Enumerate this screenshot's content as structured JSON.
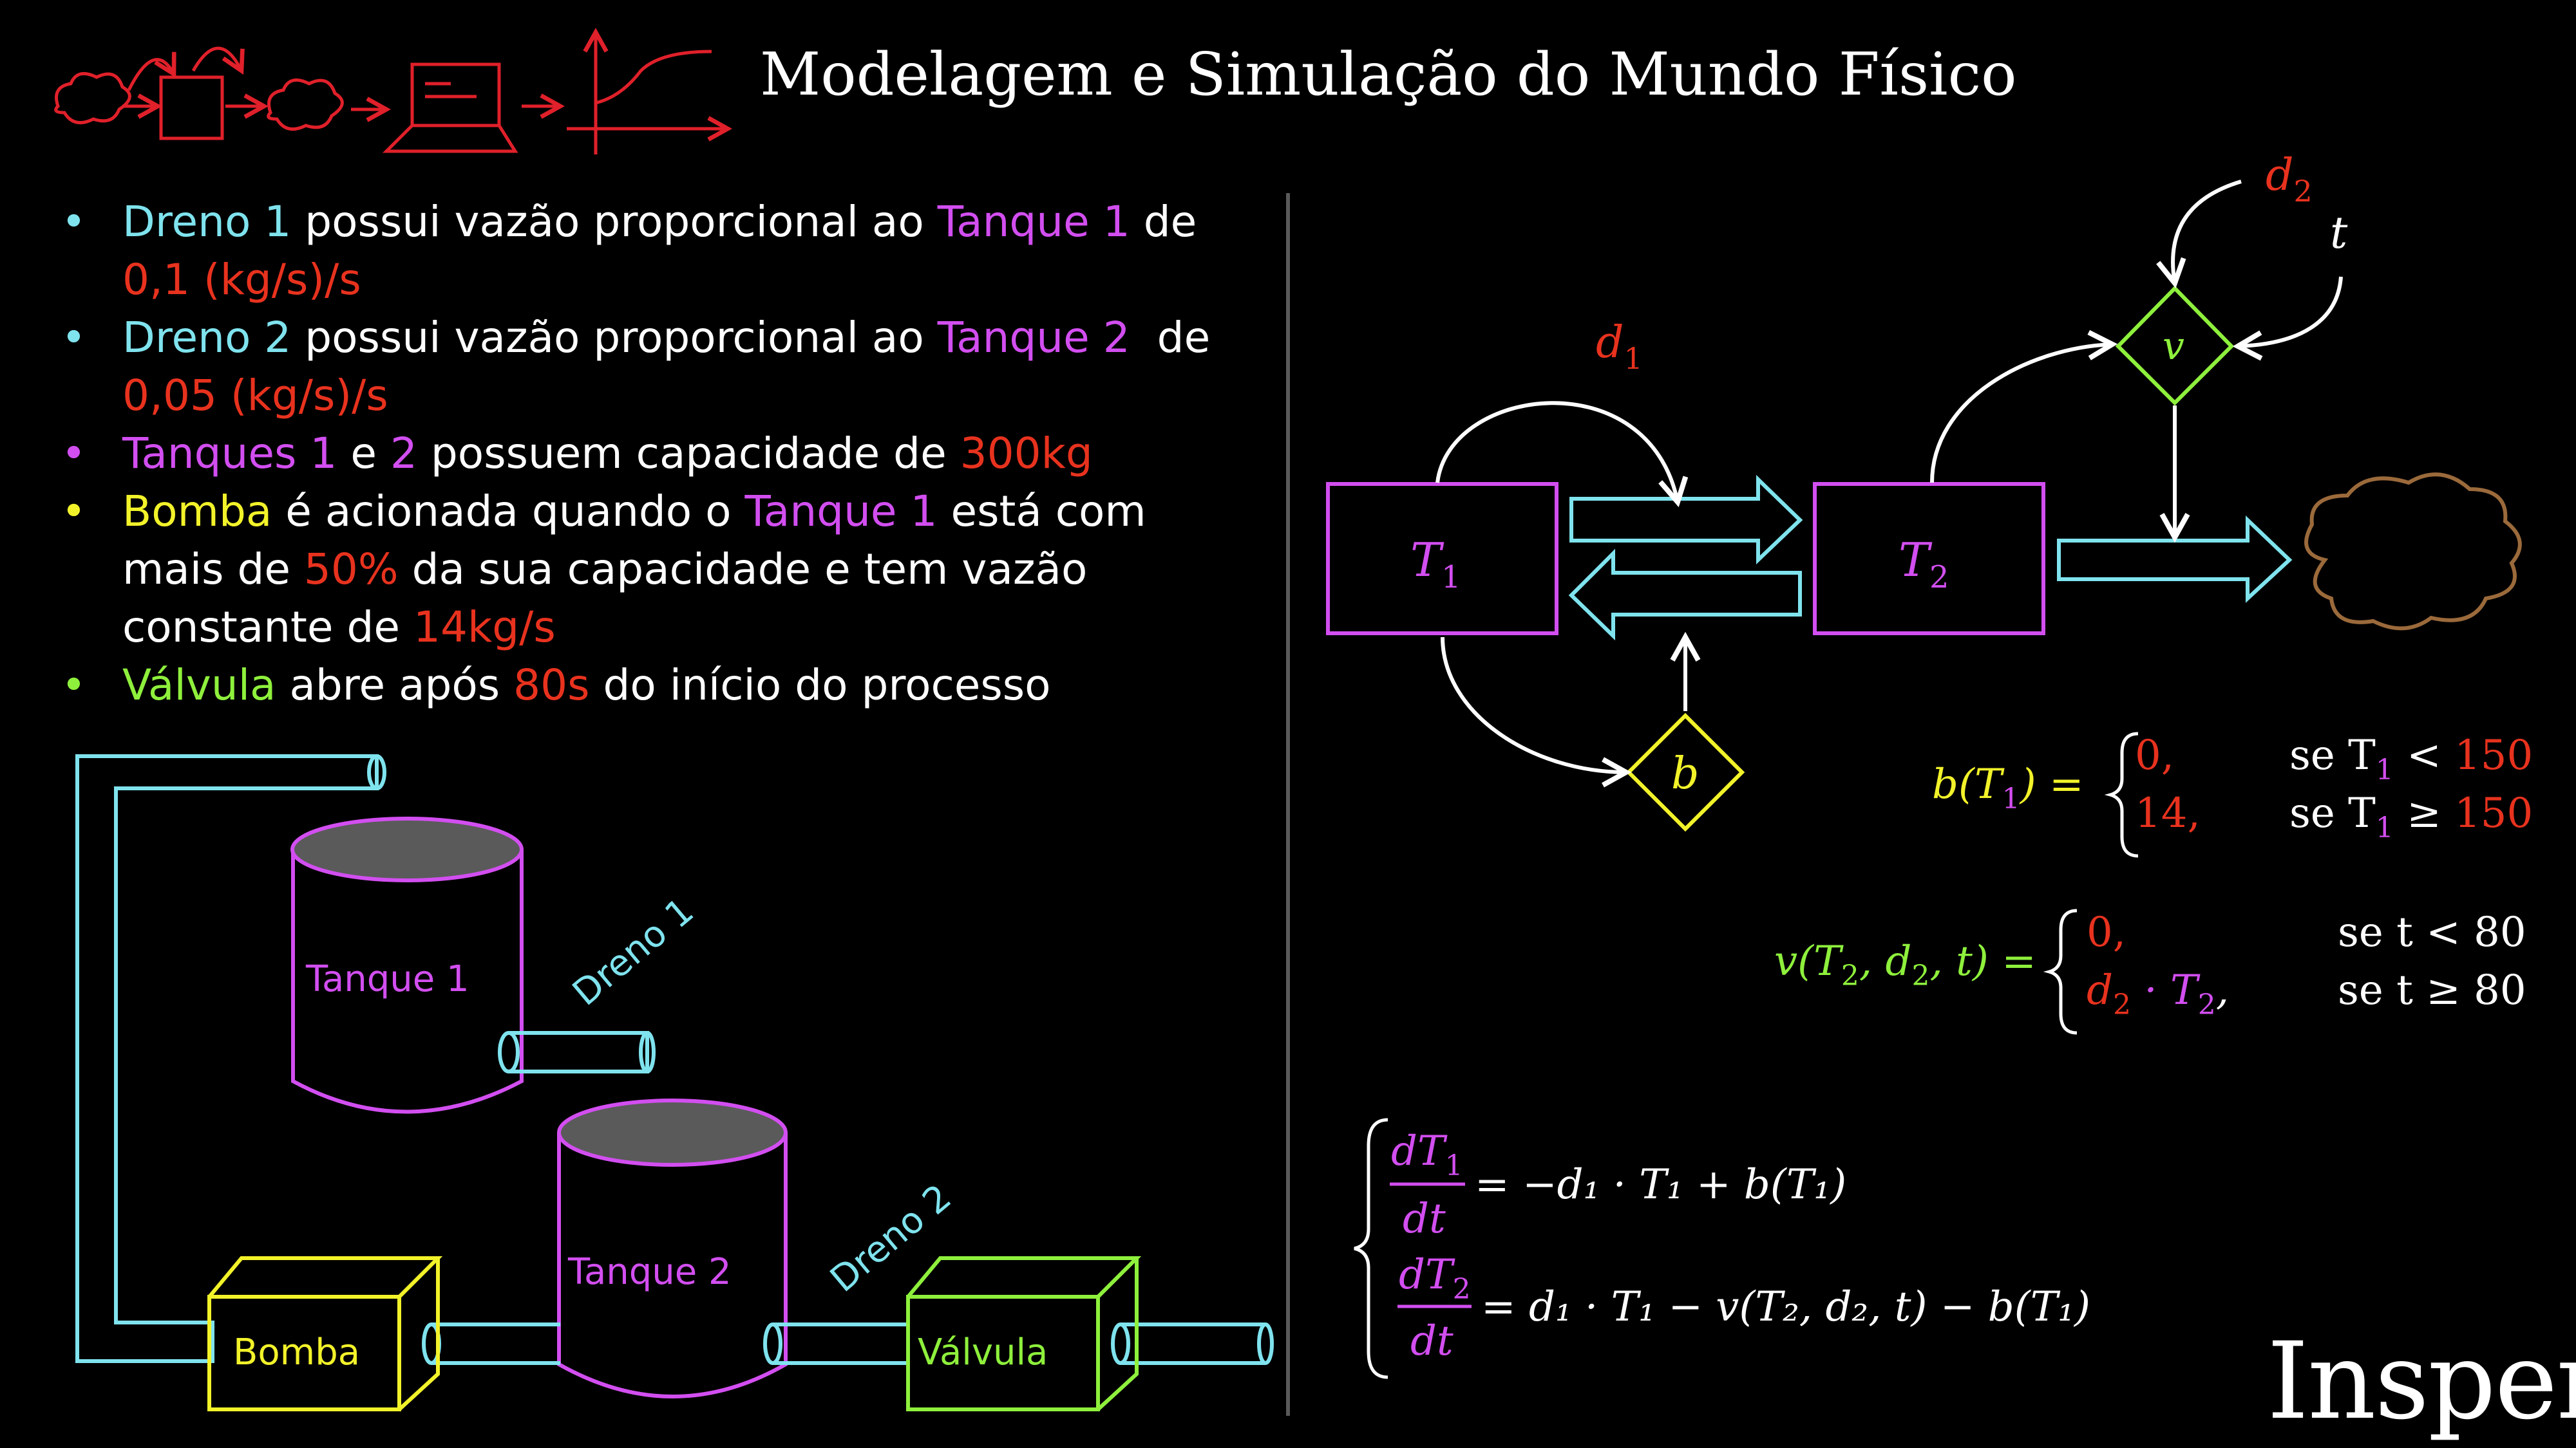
{
  "title": "Modelagem e Simulação do Mundo Físico",
  "colors": {
    "white": "#ffffff",
    "cyan": "#7fe3ee",
    "magenta": "#d24ef0",
    "red": "#e8321e",
    "yellow": "#f2f22a",
    "green": "#8ef03c",
    "brown": "#9b6a3b",
    "grey": "#5a5a5a",
    "headerRed": "#e0202a"
  },
  "bullets": [
    {
      "color": "#7fe3ee",
      "line1": [
        [
          "Dreno 1",
          "cyan"
        ],
        [
          " possui vazão proporcional ao ",
          "white"
        ],
        [
          "Tanque 1",
          "magenta"
        ],
        [
          " de",
          "white"
        ]
      ],
      "line2": [
        [
          "0,1 (kg/s)/s",
          "red"
        ]
      ]
    },
    {
      "color": "#7fe3ee",
      "line1": [
        [
          "Dreno 2",
          "cyan"
        ],
        [
          " possui vazão proporcional ao ",
          "white"
        ],
        [
          "Tanque 2",
          "magenta"
        ],
        [
          "  de",
          "white"
        ]
      ],
      "line2": [
        [
          "0,05 (kg/s)/s",
          "red"
        ]
      ]
    },
    {
      "color": "#d24ef0",
      "line1": [
        [
          "Tanques 1",
          "magenta"
        ],
        [
          " e ",
          "white"
        ],
        [
          "2",
          "magenta"
        ],
        [
          " possuem capacidade de ",
          "white"
        ],
        [
          "300kg",
          "red"
        ]
      ]
    },
    {
      "color": "#f2f22a",
      "line1": [
        [
          "Bomba",
          "yellow"
        ],
        [
          " é acionada quando o ",
          "white"
        ],
        [
          "Tanque 1",
          "magenta"
        ],
        [
          " está com",
          "white"
        ]
      ],
      "line2": [
        [
          "mais de ",
          "white"
        ],
        [
          "50%",
          "red"
        ],
        [
          " da sua capacidade e tem vazão",
          "white"
        ]
      ],
      "line3": [
        [
          "constante de ",
          "white"
        ],
        [
          "14kg/s",
          "red"
        ]
      ]
    },
    {
      "color": "#8ef03c",
      "line1": [
        [
          "Válvula",
          "green"
        ],
        [
          " abre após ",
          "white"
        ],
        [
          "80s",
          "red"
        ],
        [
          " do início do processo",
          "white"
        ]
      ]
    }
  ],
  "components": {
    "tank1": "Tanque 1",
    "tank2": "Tanque 2",
    "drain1": "Dreno 1",
    "drain2": "Dreno 2",
    "pump": "Bomba",
    "valve": "Válvula"
  },
  "diagram": {
    "T1": "T",
    "T1_sub": "1",
    "T2": "T",
    "T2_sub": "2",
    "d1": "d",
    "d1_sub": "1",
    "d2": "d",
    "d2_sub": "2",
    "t": "t",
    "b": "b",
    "v": "v"
  },
  "eq_b": {
    "lhs": "b(T",
    "lhs_sub": "1",
    "lhs_end": ") =",
    "case1_val": "0,",
    "case1_cond": "se T",
    "case1_cond_sub": "1",
    "case1_op": " < ",
    "case1_num": "150",
    "case2_val": "14,",
    "case2_cond": "se T",
    "case2_cond_sub": "1",
    "case2_op": " ≥ ",
    "case2_num": "150"
  },
  "eq_v": {
    "lhs": "v(T",
    "lhs_sub1": "2",
    "lhs_mid": ", d",
    "lhs_sub2": "2",
    "lhs_end": ", t) =",
    "case1_val": "0,",
    "case1_cond": "se t < 80",
    "case2_val": "d",
    "case2_sub": "2",
    "case2_mid": " · T",
    "case2_sub2": "2",
    "case2_end": ",",
    "case2_cond": "se t ≥ 80"
  },
  "ode": {
    "eq1_num": "dT",
    "eq1_num_sub": "1",
    "eq1_den": "dt",
    "eq1_rhs": "= −d₁ · T₁ + b(T₁)",
    "eq2_num": "dT",
    "eq2_num_sub": "2",
    "eq2_den": "dt",
    "eq2_rhs": "= d₁ · T₁ − v(T₂, d₂, t) − b(T₁)"
  },
  "logo": "Insper"
}
